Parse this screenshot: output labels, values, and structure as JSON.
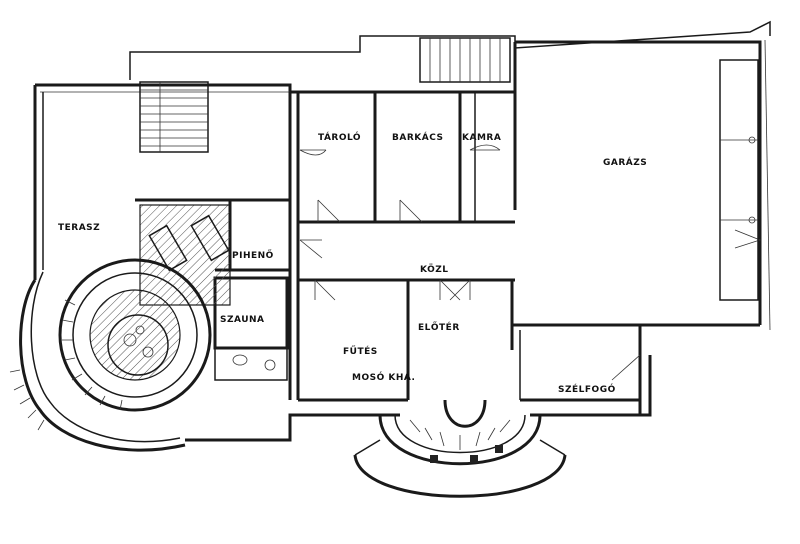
{
  "rooms": {
    "terasz": "TERASZ",
    "tarolo": "TÁROLÓ",
    "barkacs": "BARKÁCS",
    "kamra": "KAMRA",
    "garazs": "GARÁZS",
    "piheno": "PIHENŐ",
    "kozl": "KÖZL",
    "szauna": "SZAUNA",
    "eloter": "ELŐTÉR",
    "futes": "FŰTÉS",
    "moso": "MOSÓ KHÁ.",
    "szelfogo": "SZÉLFOGÓ"
  },
  "colors": {
    "line": "#1a1a1a",
    "background": "#ffffff"
  }
}
